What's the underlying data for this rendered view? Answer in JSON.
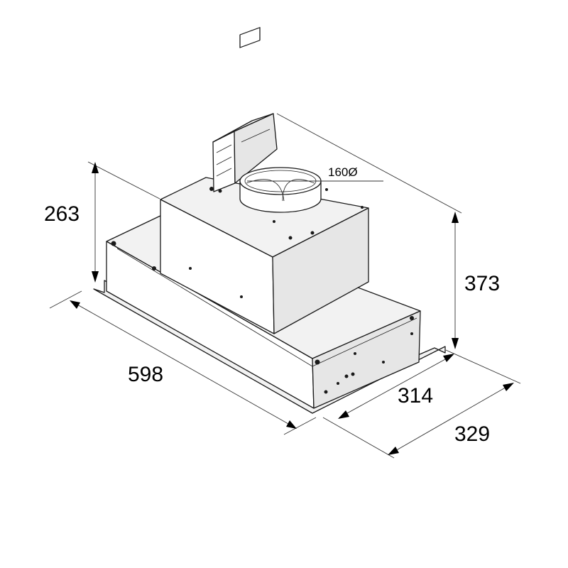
{
  "dimensions": {
    "height_total": "263",
    "height_side": "373",
    "width": "598",
    "depth_inner": "314",
    "depth_outer": "329",
    "duct_diameter": "160Ø"
  }
}
